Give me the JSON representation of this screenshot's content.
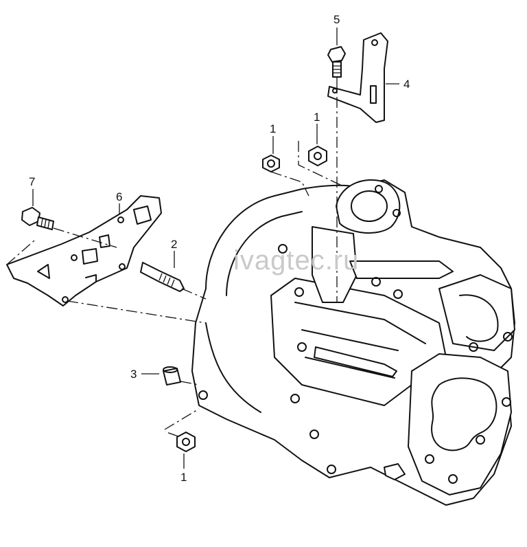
{
  "watermark": "ivagtec.ru",
  "callouts": [
    {
      "id": "1a",
      "label": "1"
    },
    {
      "id": "1b",
      "label": "1"
    },
    {
      "id": "1c",
      "label": "1"
    },
    {
      "id": "2",
      "label": "2"
    },
    {
      "id": "3",
      "label": "3"
    },
    {
      "id": "4",
      "label": "4"
    },
    {
      "id": "5",
      "label": "5"
    },
    {
      "id": "6",
      "label": "6"
    },
    {
      "id": "7",
      "label": "7"
    }
  ]
}
